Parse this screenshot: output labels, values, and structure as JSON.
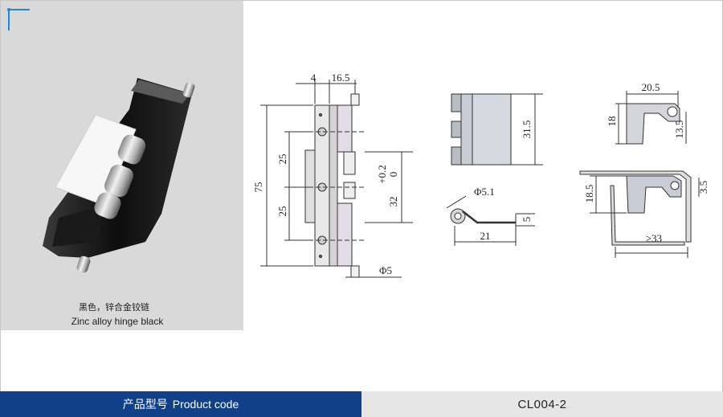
{
  "photo": {
    "caption_cn": "黑色，锌合金铰链",
    "caption_en": "Zinc alloy hinge black"
  },
  "drawing": {
    "front_view": {
      "top_dims": [
        "4",
        "16.5"
      ],
      "height": "75",
      "pitch_upper": "25",
      "pitch_lower": "25",
      "tol_value": "+0.2",
      "tol_zero": "0",
      "knuckle": "32",
      "pin_dia": "Φ5"
    },
    "side_view": {
      "height": "31.5"
    },
    "spring": {
      "dia": "Φ5.1",
      "length": "21",
      "height": "5"
    },
    "profile_top": {
      "width": "20.5",
      "height": "18",
      "offset": "13.5"
    },
    "profile_installed": {
      "height": "18.5",
      "offset": "3.5",
      "min_length": "≥33"
    }
  },
  "footer": {
    "label_cn": "产品型号",
    "label_en": "Product code",
    "code": "CL004-2"
  }
}
